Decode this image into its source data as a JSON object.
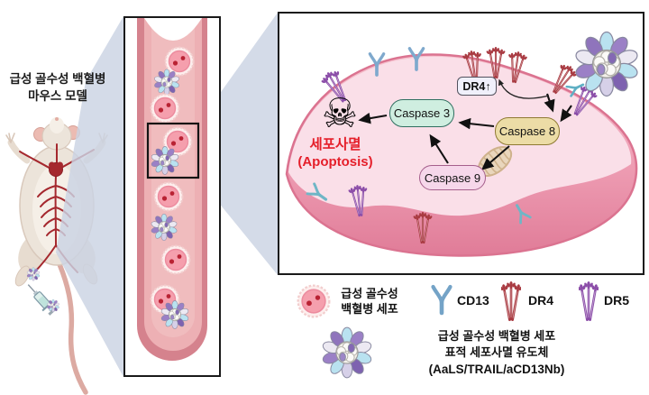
{
  "left": {
    "title_line1": "급성 골수성 백혈병",
    "title_line2": "마우스 모델"
  },
  "pathway": {
    "dr4_up": "DR4↑",
    "caspase3": "Caspase 3",
    "caspase8": "Caspase 8",
    "caspase9": "Caspase 9",
    "apoptosis_ko": "세포사멸",
    "apoptosis_en": "(Apoptosis)",
    "skull_icon": "☠"
  },
  "legend": {
    "aml_cell_line1": "급성 골수성",
    "aml_cell_line2": "백혈병 세포",
    "cd13": "CD13",
    "dr4": "DR4",
    "dr5": "DR5",
    "inducer_line1": "급성 골수성 백혈병 세포",
    "inducer_line2": "표적 세포사멸 유도체",
    "inducer_line3": "(AaLS/TRAIL/aCD13Nb)"
  },
  "colors": {
    "apoptosis_text_red": "#e51f2a",
    "dr4_red": "#a93b42",
    "dr5_purple": "#8b4da8",
    "cd13_blue": "#74a3c7",
    "caspase3_bg": "#cfeee0",
    "caspase8_bg": "#ecdca6",
    "caspase9_bg": "#f6d7ea",
    "dr4_label_bg": "#f0f0fb",
    "zoom_wedge": "#cbd3e3",
    "vessel_wall": "#d5828d",
    "vessel_lumen": "#edb0b4",
    "cell_pink": "#f59fad",
    "cell_interior": "#fadfe8",
    "membrane_band": "#e07c98",
    "mitochondria": "#e9d6bc"
  }
}
